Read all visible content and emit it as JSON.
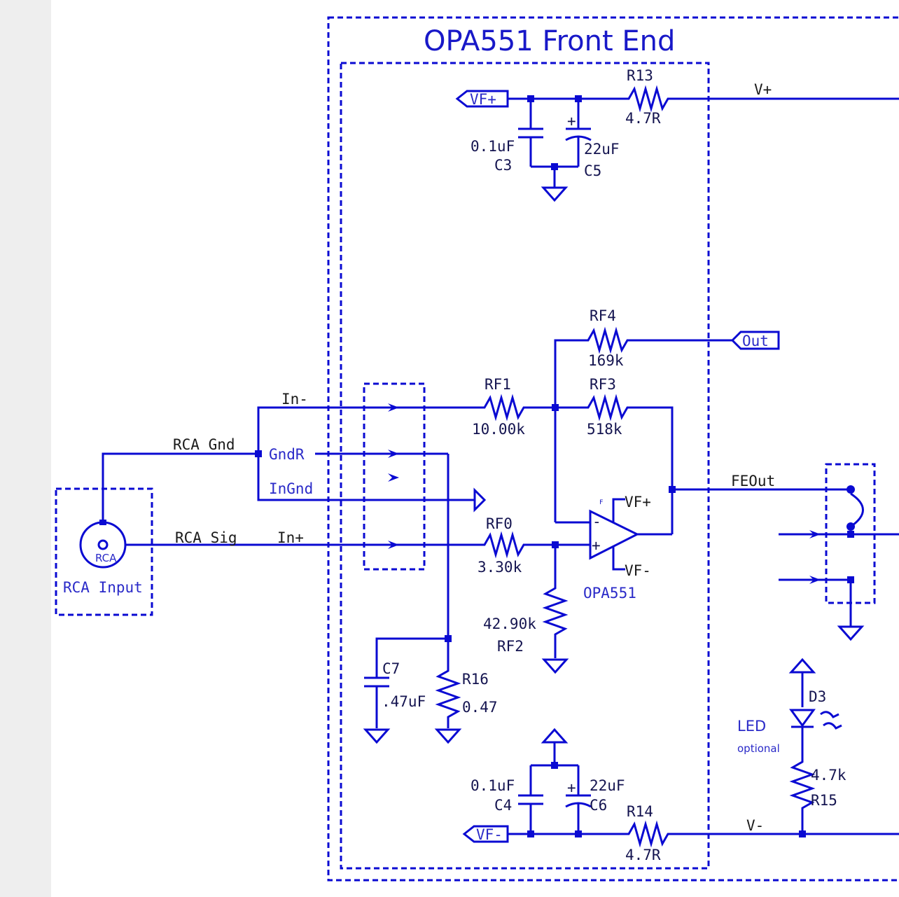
{
  "title": "OPA551 Front End",
  "connector": {
    "name": "RCA Input",
    "body_label": "RCA"
  },
  "nets": {
    "in_minus": "In-",
    "rca_gnd": "RCA  Gnd",
    "gndr": "GndR",
    "ingnd": "InGnd",
    "rca_sig": "RCA  Sig",
    "in_plus": "In+",
    "v_plus": "V+",
    "v_minus": "V-",
    "feout": "FEOut",
    "vf_plus_pin": "VF+",
    "vf_minus_pin": "VF-"
  },
  "ports": {
    "vf_plus": "VF+",
    "vf_minus": "VF-",
    "out": "Out"
  },
  "opamp": {
    "ref": "OPA551",
    "plus": "+",
    "minus": "-",
    "pin_mark": "F"
  },
  "components": {
    "R13": {
      "ref": "R13",
      "value": "4.7R"
    },
    "R14": {
      "ref": "R14",
      "value": "4.7R"
    },
    "C3": {
      "ref": "C3",
      "value": "0.1uF"
    },
    "C5": {
      "ref": "C5",
      "value": "22uF"
    },
    "C4": {
      "ref": "C4",
      "value": "0.1uF"
    },
    "C6": {
      "ref": "C6",
      "value": "22uF"
    },
    "RF4": {
      "ref": "RF4",
      "value": "169k"
    },
    "RF1": {
      "ref": "RF1",
      "value": "10.00k"
    },
    "RF3": {
      "ref": "RF3",
      "value": "518k"
    },
    "RF0": {
      "ref": "RF0",
      "value": "3.30k"
    },
    "RF2": {
      "ref": "RF2",
      "value": "42.90k"
    },
    "C7": {
      "ref": "C7",
      "value": ".47uF"
    },
    "R16": {
      "ref": "R16",
      "value": "0.47"
    },
    "D3": {
      "ref": "D3"
    },
    "R15": {
      "ref": "R15",
      "value": "4.7k"
    }
  },
  "led": {
    "label": "LED",
    "note": "optional"
  },
  "colors": {
    "wire": "#0a0ad2",
    "text": "#141450",
    "background": "#ffffff",
    "margin": "#eeeeee"
  }
}
